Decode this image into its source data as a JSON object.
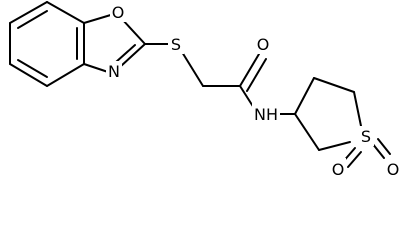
{
  "diagram": {
    "type": "chemical-structure",
    "atoms": {
      "oxazole_o": "O",
      "thioether_s": "S",
      "carbonyl_o": "O",
      "oxazole_n": "N",
      "amide_nh": "NH",
      "sulfone_s": "S",
      "sulfone_o_left": "O",
      "sulfone_o_right": "O"
    },
    "colors": {
      "bond": "#000000",
      "label": "#000000",
      "background": "#ffffff"
    }
  }
}
